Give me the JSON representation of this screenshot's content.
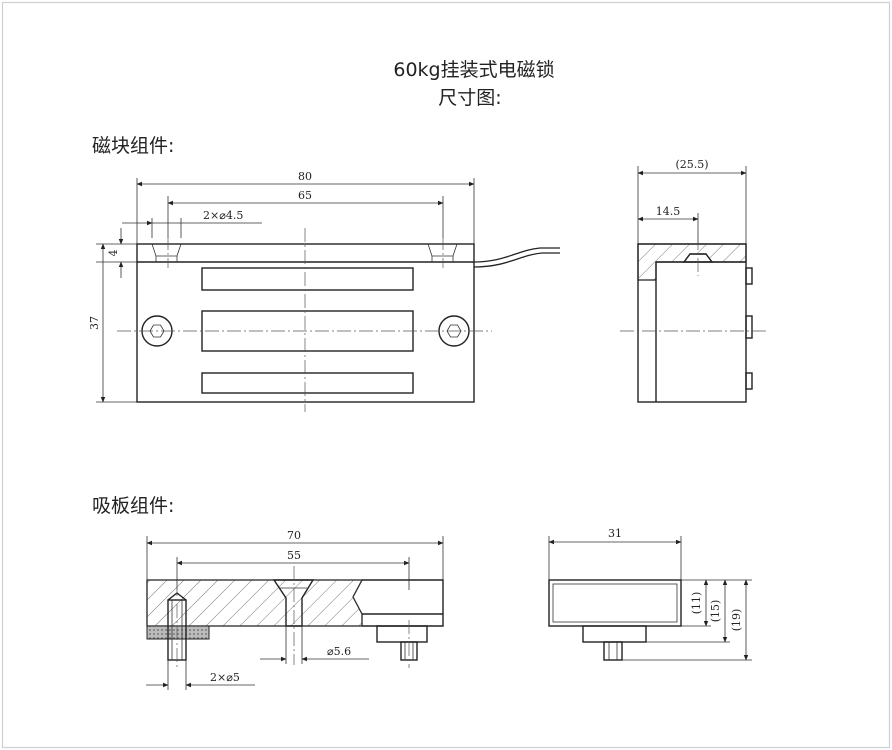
{
  "title": "60kg挂装式电磁锁",
  "subtitle": "尺寸图:",
  "magnet_section": {
    "heading": "磁块组件:",
    "front_dims": {
      "width": "80",
      "hole_spacing": "65",
      "holes": "2×⌀4.5",
      "height": "37",
      "depth": "4"
    },
    "side_dims": {
      "depth": "(25.5)",
      "offset": "14.5"
    }
  },
  "plate_section": {
    "heading": "吸板组件:",
    "front_dims": {
      "width": "70",
      "hole_spacing": "55",
      "bore": "⌀5.6",
      "pins": "2×⌀5"
    },
    "side_dims": {
      "width": "31",
      "h1": "(11)",
      "h2": "(15)",
      "h3": "(19)"
    }
  },
  "colors": {
    "line": "#222222",
    "frame": "#cccccc",
    "hatch": "#555555",
    "rubber": "#999999"
  }
}
